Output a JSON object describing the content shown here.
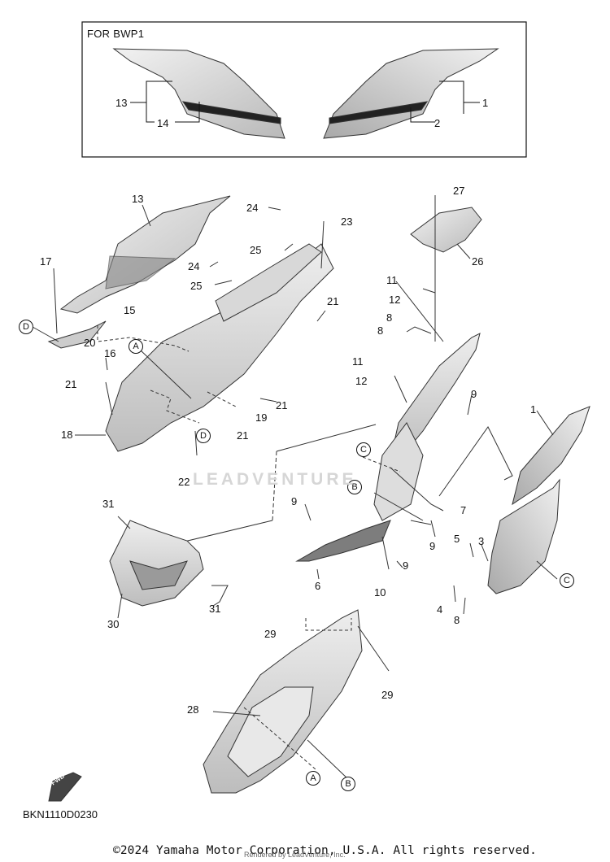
{
  "inset": {
    "title": "FOR BWP1"
  },
  "diagram_code": "BKN1110D0230",
  "copyright": "©2024 Yamaha Motor Corporation, U.S.A. All rights reserved.",
  "rendered_by": "Rendered by LeadVenture, Inc.",
  "watermark": "LEADVENTURE",
  "fwd_label": "FWD",
  "callouts": {
    "inset_13": "13",
    "inset_14": "14",
    "inset_1": "1",
    "inset_2": "2",
    "c27": "27",
    "c13": "13",
    "c24a": "24",
    "c23": "23",
    "c25a": "25",
    "c17": "17",
    "c24b": "24",
    "c25b": "25",
    "c26": "26",
    "c11a": "11",
    "c12a": "12",
    "c15": "15",
    "c21a": "21",
    "c8a": "8",
    "c8b": "8",
    "c20": "20",
    "c16": "16",
    "c11b": "11",
    "c12b": "12",
    "c21b": "21",
    "c21c": "21",
    "c9a": "9",
    "c19": "19",
    "c1": "1",
    "c18": "18",
    "c21d": "21",
    "c22": "22",
    "c7": "7",
    "c31a": "31",
    "c9b": "9",
    "c5": "5",
    "c3": "3",
    "c9c": "9",
    "c9d": "9",
    "c6": "6",
    "c10": "10",
    "c30": "30",
    "c31b": "31",
    "c4": "4",
    "c8c": "8",
    "c29a": "29",
    "c29b": "29",
    "c28": "28"
  },
  "refs": {
    "d1": "D",
    "a1": "A",
    "d2": "D",
    "c1": "C",
    "b1": "B",
    "c2": "C",
    "a2": "A",
    "b2": "B"
  }
}
